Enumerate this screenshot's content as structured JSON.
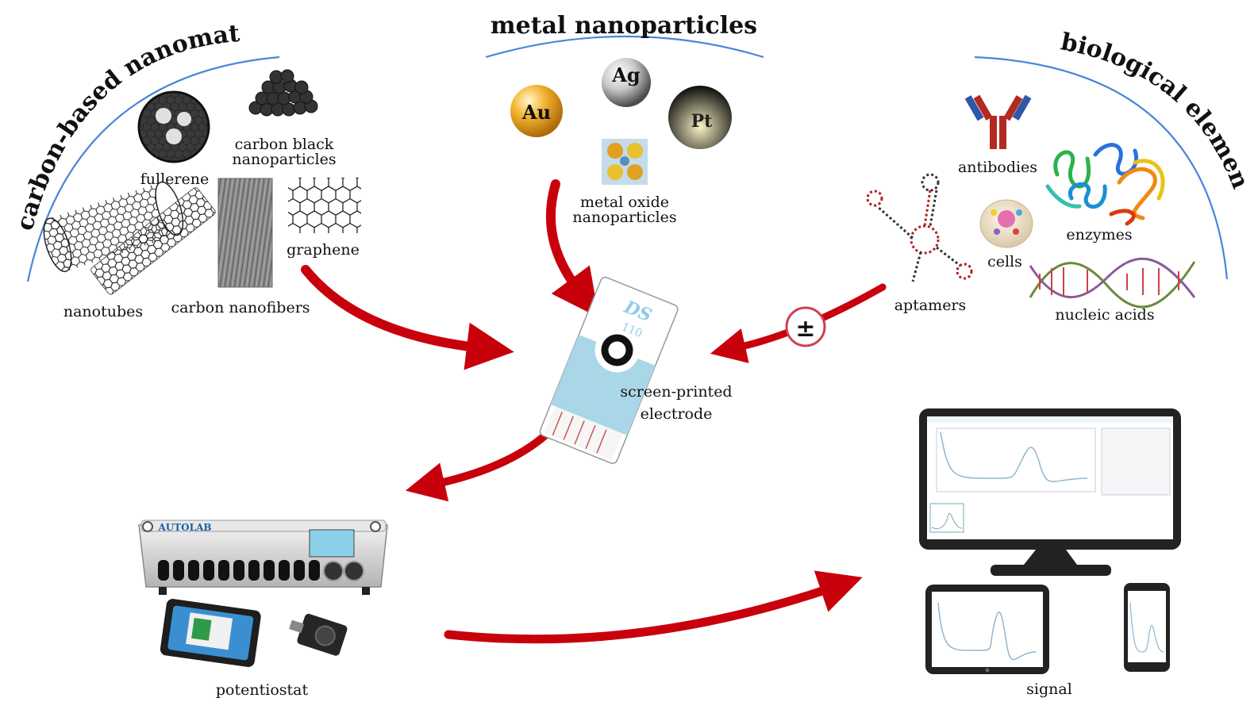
{
  "sections": {
    "carbon": {
      "title": "carbon-based nanomaterials",
      "items": {
        "fullerene": "fullerene",
        "carbon_black_1": "carbon black",
        "carbon_black_2": "nanoparticles",
        "nanotubes": "nanotubes",
        "carbon_nanofibers": "carbon nanofibers",
        "graphene": "graphene"
      }
    },
    "metal": {
      "title": "metal nanoparticles",
      "particles": [
        "Au",
        "Ag",
        "Pt"
      ],
      "oxide_1": "metal oxide",
      "oxide_2": "nanoparticles"
    },
    "bio": {
      "title": "biological elements",
      "items": {
        "antibodies": "antibodies",
        "enzymes": "enzymes",
        "cells": "cells",
        "aptamers": "aptamers",
        "nucleic_acids": "nucleic acids"
      }
    }
  },
  "electrode": {
    "label_1": "screen-printed",
    "label_2": "electrode",
    "brand": "DS",
    "model": "110"
  },
  "plus_minus": "±",
  "potentiostat": {
    "label": "potentiostat",
    "brand": "AUTOLAB"
  },
  "signal": {
    "label": "signal"
  },
  "colors": {
    "arrow": "#c8000c",
    "arc": "#4a86d8",
    "strip": "#a9d7e8",
    "au": "#e8a51c",
    "pt": "#141414",
    "screen": "#222222"
  }
}
